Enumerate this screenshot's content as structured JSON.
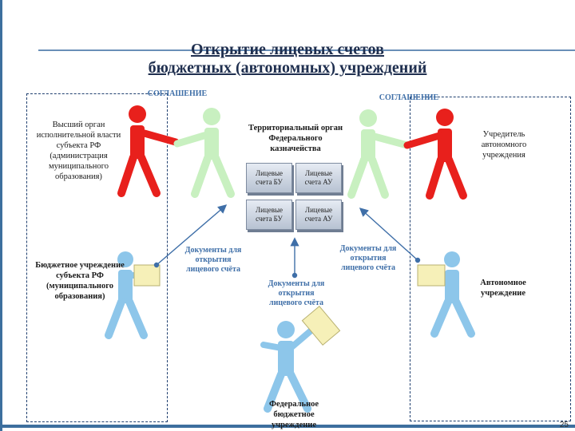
{
  "title": {
    "line1": "Открытие лицевых счетов",
    "line2": "бюджетных (автономных) учреждений"
  },
  "agreements": {
    "left": "СОГЛАШЕНИЕ",
    "right": "СОГЛАШЕНИЕ"
  },
  "center_org": "Территориальный орган Федерального казначейства",
  "accounts": [
    "Лицевые счета БУ",
    "Лицевые счета АУ",
    "Лицевые счета БУ",
    "Лицевые счета АУ"
  ],
  "left_top_org": "Высший орган исполнительной власти субъекта РФ (администрация муниципального образования)",
  "right_top_org": "Учредитель автономного учреждения",
  "left_bottom_org": "Бюджетное учреждение субъекта РФ (муниципального образования)",
  "right_bottom_org": "Автономное учреждение",
  "bottom_org": "Федеральное бюджетное учреждение",
  "documents_left": "Документы для открытия лицевого счёта",
  "documents_center": "Документы для открытия лицевого счёта",
  "documents_right": "Документы для открытия лицевого счёта",
  "page_number": "25",
  "colors": {
    "red_figure": "#e8201c",
    "green_figure": "#c8f0c0",
    "blue_figure": "#8dc6ea",
    "arrow": "#3f6fa8",
    "document": "#f6f0b8"
  }
}
